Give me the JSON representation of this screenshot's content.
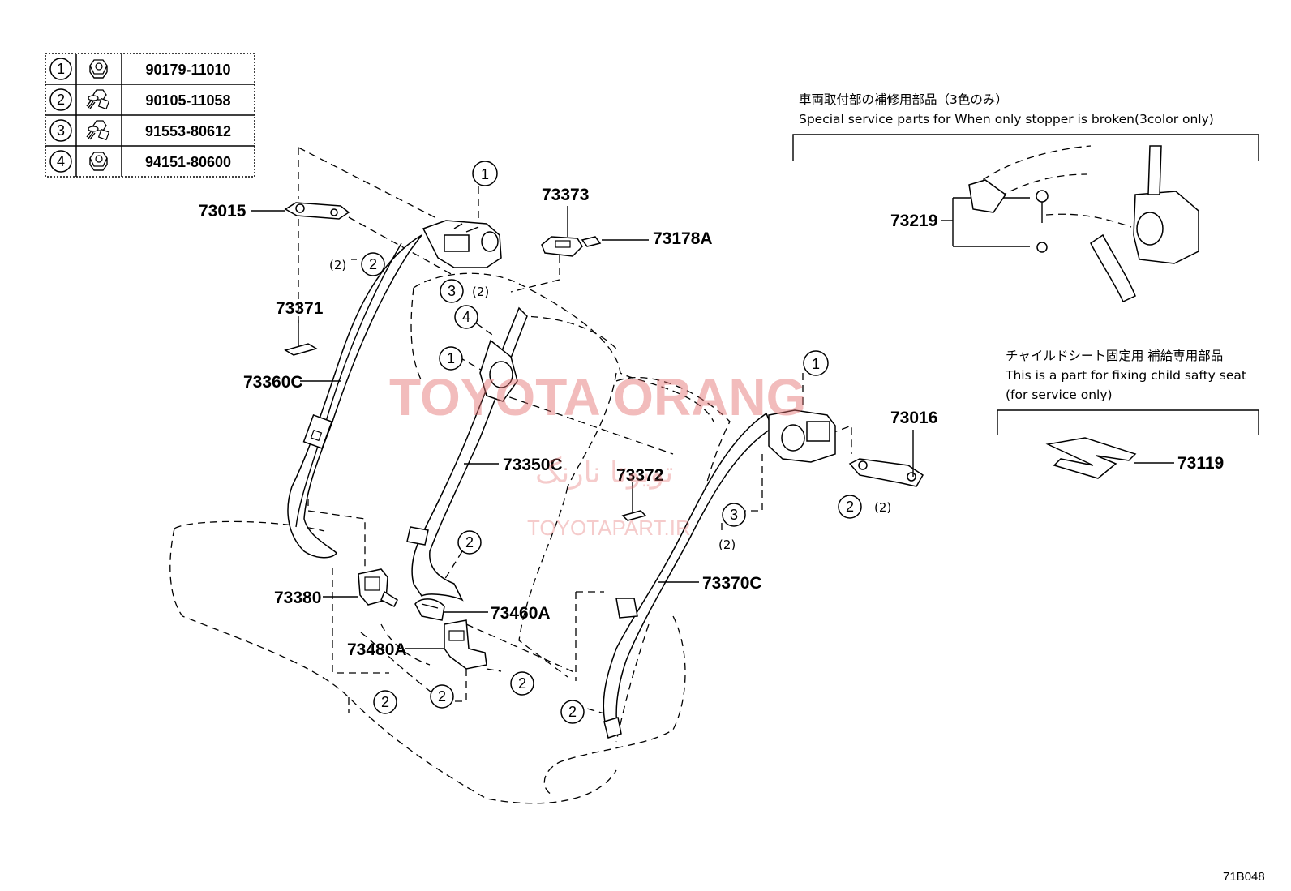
{
  "fastener_table": [
    {
      "ref": "1",
      "icon": "nut-icon",
      "part_no": "90179-11010"
    },
    {
      "ref": "2",
      "icon": "bolt-icon",
      "part_no": "90105-11058"
    },
    {
      "ref": "3",
      "icon": "bolt-icon",
      "part_no": "91553-80612"
    },
    {
      "ref": "4",
      "icon": "nut-icon",
      "part_no": "94151-80600"
    }
  ],
  "parts": {
    "p73015": "73015",
    "p73373": "73373",
    "p73178A": "73178A",
    "p73371": "73371",
    "p73360C": "73360C",
    "p73350C": "73350C",
    "p73372": "73372",
    "p73380": "73380",
    "p73460A": "73460A",
    "p73480A": "73480A",
    "p73370C": "73370C",
    "p73016": "73016",
    "p73219": "73219",
    "p73119": "73119"
  },
  "callouts": {
    "one": "1",
    "two": "2",
    "three": "3",
    "four": "4",
    "qty2": "(2)"
  },
  "notes": {
    "special_jp": "車両取付部の補修用部品（3色のみ）",
    "special_en": "Special service parts for When only stopper is broken(3color only)",
    "child_jp": "チャイルドシート固定用 補給専用部品",
    "child_en1": "This is a part for fixing child safty seat",
    "child_en2": "(for service only)"
  },
  "watermark": {
    "main": "TOYOTA ORANG",
    "persian": "تویوتا نارنگ",
    "site": "TOYOTAPART.IR"
  },
  "diagram_code": "71B048"
}
